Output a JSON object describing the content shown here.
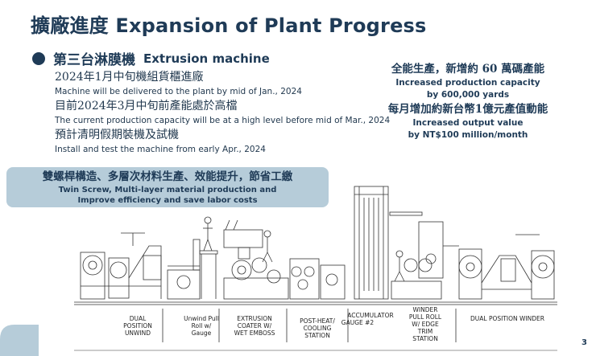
{
  "title": "擴廠進度 Expansion of Plant Progress",
  "subtitle": {
    "zh": "第三台淋膜機",
    "en": "Extrusion machine"
  },
  "bullets": [
    {
      "zh": "2024年1月中旬機組貨櫃進廠",
      "en": "Machine will be delivered to the plant by mid of Jan., 2024"
    },
    {
      "zh": "目前2024年3月中旬前產能處於高檔",
      "en": "The current production capacity will be at a high level before mid of Mar., 2024"
    },
    {
      "zh": "預計清明假期裝機及試機",
      "en": "Install and test the machine from early Apr., 2024"
    }
  ],
  "capacity": {
    "zh1": "全能生產，新增約 60 萬碼產能",
    "en1a": "Increased production capacity",
    "en1b": "by 600,000 yards",
    "zh2": "每月增加約新台幣1億元產值動能",
    "en2a": "Increased output value",
    "en2b": "by NT$100 million/month"
  },
  "callout": {
    "zh": "雙螺桿構造、多層次材料生產、效能提升，節省工繳",
    "en1": "Twin Screw, Multi-layer material production and",
    "en2": "Improve efficiency and save labor costs"
  },
  "drawing_labels": {
    "unwind1": "DUAL",
    "unwind2": "POSITION",
    "unwind3": "UNWIND",
    "pull1": "Unwind Pull",
    "pull2": "Roll w/",
    "pull3": "Gauge",
    "coater1": "EXTRUSION",
    "coater2": "COATER W/",
    "coater3": "WET EMBOSS",
    "post1": "POST-HEAT/",
    "post2": "COOLING",
    "post3": "STATION",
    "acc1": "ACCUMULATOR",
    "acc2": "GAUGE #2",
    "winder1": "WINDER",
    "winder2": "PULL ROLL",
    "winder3": "W/ EDGE",
    "winder4": "TRIM",
    "winder5": "STATION",
    "dualwinder": "DUAL POSITION WINDER"
  },
  "page_number": "3"
}
